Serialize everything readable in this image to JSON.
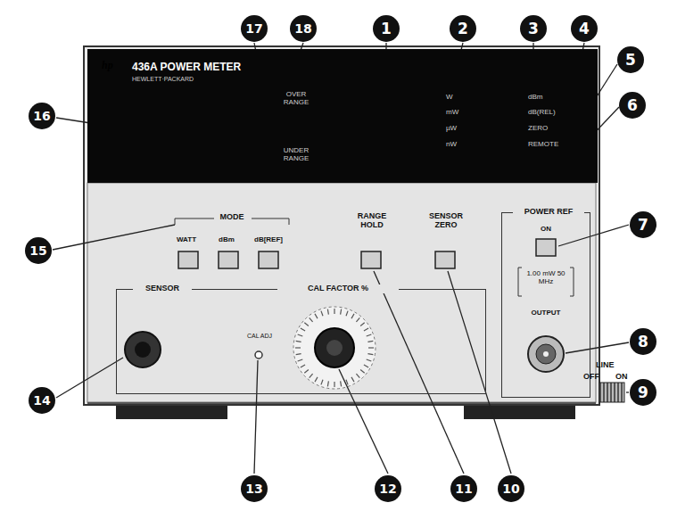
{
  "diagram": {
    "nodes": [
      {
        "text": [
          "436A POWER METER",
          "HEWLETT·PACKARD",
          "OVER RANGE",
          "UNDER RANGE",
          "W",
          "mW",
          "µW",
          "nW",
          "dBm",
          "dB(REL)",
          "ZERO",
          "REMOTE"
        ]
      },
      {
        "text": [
          "MODE",
          "WATT",
          "dBm",
          "dB[REF]"
        ]
      },
      {
        "text": [
          "POWER REF",
          "ON",
          "1.00 mW 50 MHz",
          "OUTPUT"
        ]
      },
      {
        "text": [
          "SENSOR",
          "CAL FACTOR %",
          "CAL ADJ"
        ]
      }
    ],
    "labels": [
      "hp",
      "RANGE HOLD",
      "SENSOR ZERO",
      "LINE",
      "OFF",
      "ON",
      "1",
      "2",
      "3",
      "4",
      "5",
      "6",
      "7",
      "8",
      "9",
      "10",
      "11",
      "12",
      "13",
      "14",
      "15",
      "16",
      "17",
      "18"
    ]
  }
}
